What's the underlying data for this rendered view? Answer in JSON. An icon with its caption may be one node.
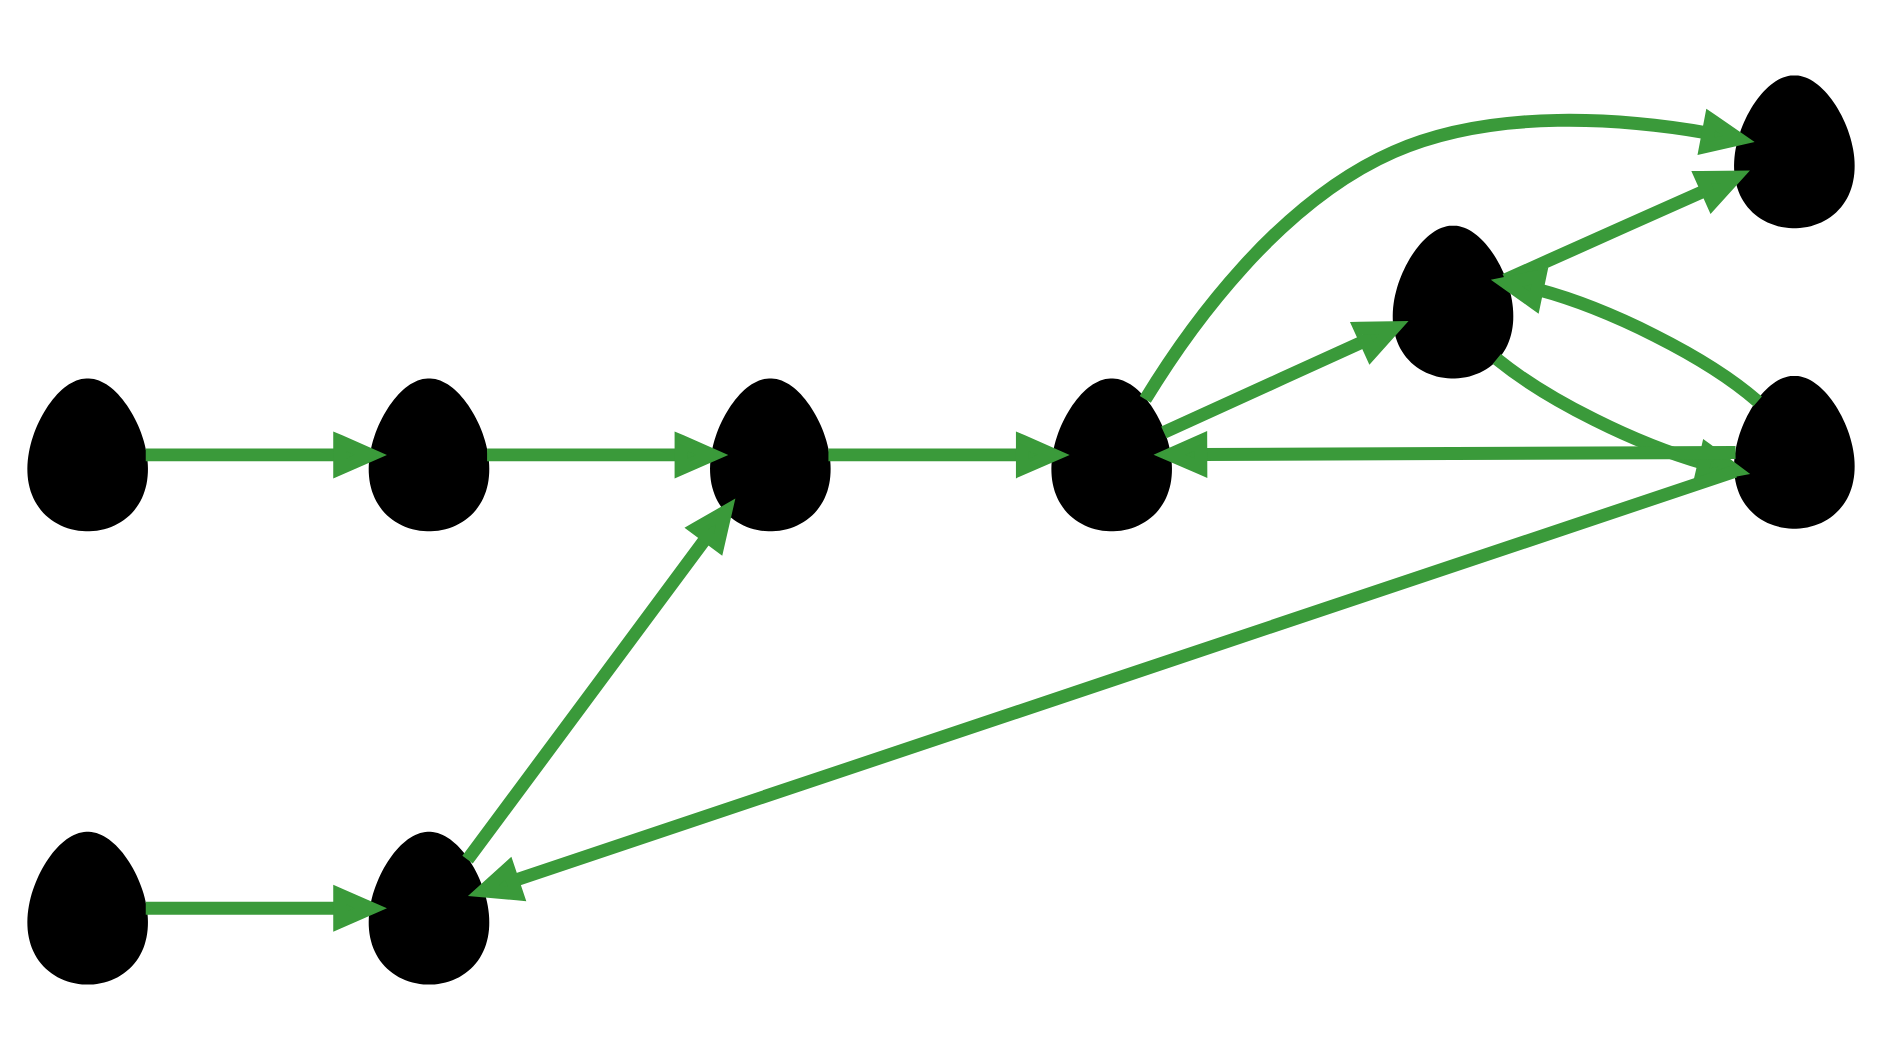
{
  "diagram": {
    "nodes": [
      {
        "text": [],
        "shape": "person"
      },
      {
        "text": [],
        "shape": "person"
      },
      {
        "text": [],
        "shape": "person"
      },
      {
        "text": [],
        "shape": "person"
      },
      {
        "text": [],
        "shape": "person"
      },
      {
        "text": [],
        "shape": "person"
      },
      {
        "text": [],
        "shape": "person"
      },
      {
        "text": [],
        "shape": "person"
      },
      {
        "text": [],
        "shape": "person"
      }
    ],
    "edges": [
      {
        "from": 1,
        "to": 0,
        "arrow": "to"
      },
      {
        "from": 0,
        "to": 3,
        "arrow": "to"
      },
      {
        "from": 5,
        "to": 0,
        "arrow": "to"
      },
      {
        "from": 5,
        "to": 4,
        "arrow": "to"
      },
      {
        "from": 4,
        "to": 5,
        "arrow": "to"
      },
      {
        "from": 2,
        "to": 3,
        "arrow": "to"
      },
      {
        "from": 6,
        "to": 2,
        "arrow": "to"
      },
      {
        "from": 3,
        "to": 8,
        "arrow": "to"
      },
      {
        "from": 8,
        "to": 4,
        "arrow": "to"
      },
      {
        "from": 8,
        "to": 7,
        "arrow": "to"
      },
      {
        "from": 4,
        "to": 7,
        "arrow": "to"
      },
      {
        "from": 5,
        "to": 8,
        "arrow": "to"
      }
    ]
  }
}
